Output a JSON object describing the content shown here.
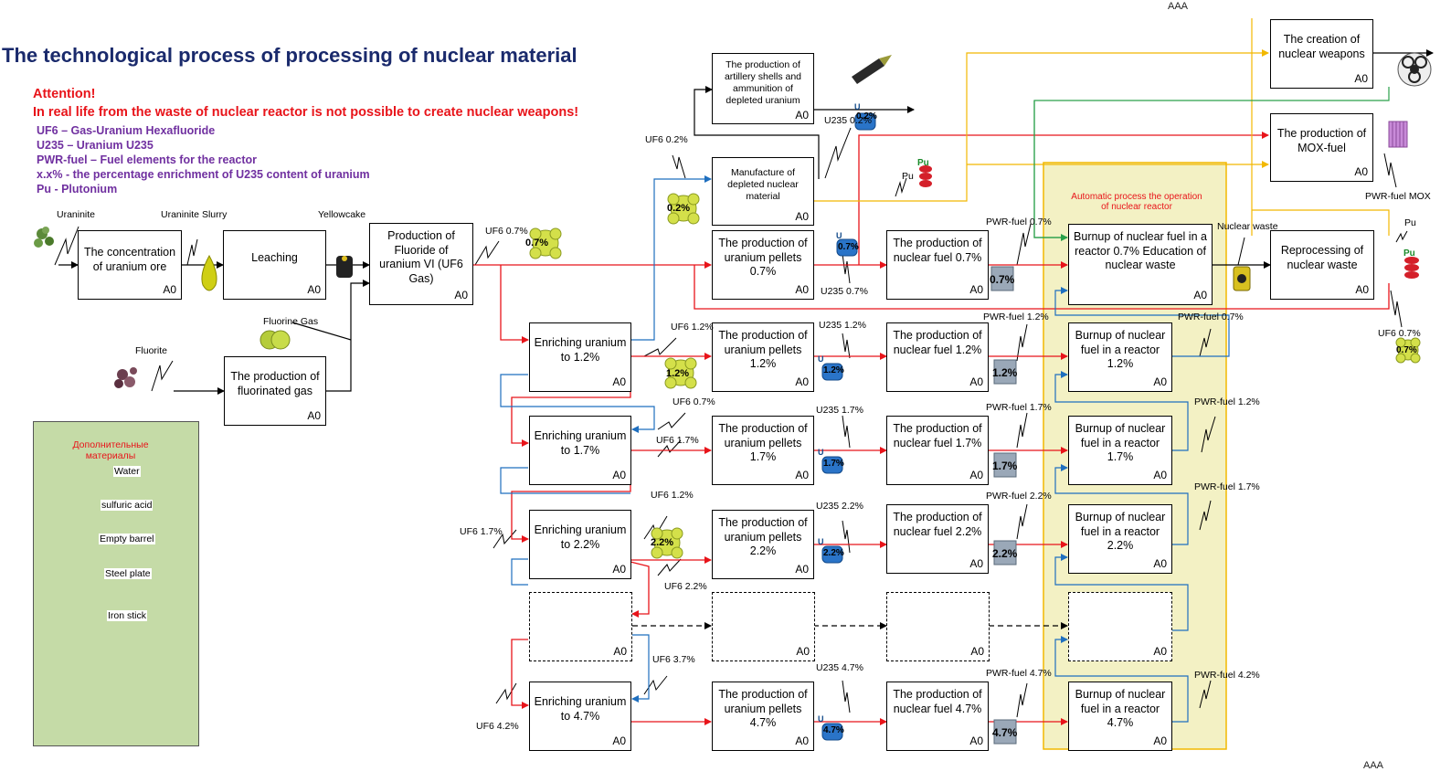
{
  "title": "The technological process of processing of nuclear material",
  "attention": {
    "heading": "Attention!",
    "line": "In real life from the waste of nuclear reactor is not possible to create nuclear weapons!"
  },
  "legend": [
    "UF6 – Gas-Uranium Hexafluoride",
    "U235 – Uranium U235",
    "PWR-fuel – Fuel elements for the reactor",
    "x.x% - the percentage enrichment of U235 content of uranium",
    "Pu - Plutonium"
  ],
  "corner_label": "AAA",
  "box_tag": "A0",
  "boxes": {
    "concentration": "The concentration of uranium ore",
    "leaching": "Leaching",
    "fluoride": "Production of Fluoride of uranium VI (UF6 Gas)",
    "fluorinated": "The production of fluorinated gas",
    "artillery": "The production of artillery shells and ammunition of depleted uranium",
    "depleted": "Manufacture of depleted nuclear material",
    "pellets07": "The production of uranium pellets 0.7%",
    "fuel07": "The production of nuclear fuel 0.7%",
    "burnup07": "Burnup of nuclear fuel in a reactor  0.7% Education of nuclear waste",
    "reprocess": "Reprocessing of nuclear waste",
    "weapons": "The creation of nuclear weapons",
    "mox": "The production of MOX-fuel",
    "enrich12": "Enriching uranium to 1.2%",
    "pellets12": "The production of uranium pellets 1.2%",
    "fuel12": "The production of nuclear fuel 1.2%",
    "burn12": "Burnup of nuclear fuel in a reactor 1.2%",
    "enrich17": "Enriching uranium to  1.7%",
    "pellets17": "The production of uranium pellets 1.7%",
    "fuel17": "The production of nuclear fuel 1.7%",
    "burn17": "Burnup of nuclear fuel in a reactor 1.7%",
    "enrich22": "Enriching uranium to  2.2%",
    "pellets22": "The production of uranium pellets 2.2%",
    "fuel22": "The production of nuclear fuel 2.2%",
    "burn22": "Burnup of nuclear fuel in a reactor  2.2%",
    "enrich47": "Enriching uranium to  4.7%",
    "pellets47": "The production of uranium pellets 4.7%",
    "fuel47": "The production of nuclear fuel 4.7%",
    "burn47": "Burnup of nuclear fuel in a reactor  4.7%"
  },
  "labels": {
    "uraninite": "Uraninite",
    "slurry": "Uraninite Slurry",
    "yellowcake": "Yellowcake",
    "fluorine_gas": "Fluorine Gas",
    "fluorite": "Fluorite",
    "uf6_07": "UF6  0.7%",
    "uf6_02": "UF6 0.2%",
    "u235_02": "U235 0.2%",
    "pu": "Pu",
    "u235_07": "U235 0.7%",
    "pwr_07": "PWR-fuel 0.7%",
    "nuclear_waste": "Nuclear waste",
    "pwr_mox": "PWR-fuel MOX",
    "pu_right": "Pu",
    "uf6_07_right": "UF6  0.7%",
    "auto_process": "Automatic process the operation of nuclear reactor",
    "uf6_12": "UF6 1.2%",
    "u235_12": "U235 1.2%",
    "pwr_12": "PWR-fuel 1.2%",
    "pwr_07_b": "PWR-fuel 0.7%",
    "uf6_07_b": "UF6 0.7%",
    "uf6_17": "UF6 1.7%",
    "u235_17": "U235 1.7%",
    "pwr_17": "PWR-fuel 1.7%",
    "pwr_12_r": "PWR-fuel 1.2%",
    "uf6_12_b": "UF6 1.2%",
    "uf6_17_l": "UF6 1.7%",
    "u235_22": "U235 2.2%",
    "pwr_22": "PWR-fuel 2.2%",
    "pwr_17_r": "PWR-fuel 1.7%",
    "uf6_22": "UF6 2.2%",
    "uf6_37": "UF6 3.7%",
    "u235_47": "U235 4.7%",
    "pwr_47": "PWR-fuel 4.7%",
    "pwr_42": "PWR-fuel 4.2%",
    "uf6_42": "UF6 4.2%"
  },
  "badges": {
    "b07": "0.7%",
    "b02": "0.2%",
    "b12": "1.2%",
    "b22": "2.2%",
    "u02": "0.2%",
    "u07": "0.7%",
    "u12": "1.2%",
    "u17": "1.7%",
    "u22": "2.2%",
    "u47": "4.7%",
    "f07": "0.7%",
    "f12": "1.2%",
    "f17": "1.7%",
    "f22": "2.2%",
    "f47": "4.7%",
    "uletter": "U",
    "pu": "Pu"
  },
  "materials_panel": {
    "heading": "Дополнительные материалы",
    "items": [
      "Water",
      "sulfuric acid",
      "Empty barrel",
      "Steel plate",
      "Iron stick"
    ]
  }
}
